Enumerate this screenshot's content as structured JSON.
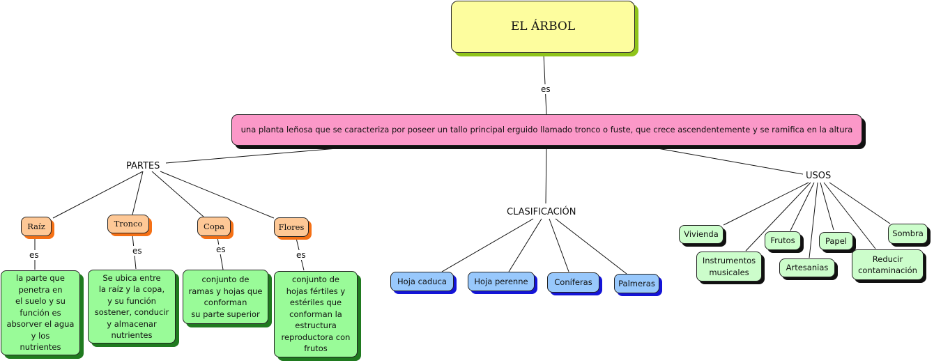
{
  "title": "EL ÁRBOL",
  "definition_link": "es",
  "definition": "una planta leñosa que se caracteriza por poseer un tallo principal erguido llamado tronco o fuste, que crece ascendentemente y se ramifica en la altura",
  "branches": {
    "partes": {
      "label": "PARTES",
      "items": [
        {
          "name": "Raíz",
          "link": "es",
          "description": "la parte que\npenetra en\nel suelo y su\nfunción es\nabsorver el agua\ny los\nnutrientes"
        },
        {
          "name": "Tronco",
          "link": "es",
          "description": "Se ubica entre\nla raíz y la copa,\ny su función\nsostener, conducir\ny almacenar\nnutrientes"
        },
        {
          "name": "Copa",
          "link": "es",
          "description": "conjunto de\nramas y hojas que\nconforman\nsu parte superior"
        },
        {
          "name": "Flores",
          "link": "es",
          "description": "conjunto de\nhojas fértiles y\nestériles que\nconforman la\nestructura\nreproductora con\nfrutos"
        }
      ]
    },
    "clasificacion": {
      "label": "CLASIFICACIÓN",
      "items": [
        "Hoja caduca",
        "Hoja perenne",
        "Coníferas",
        "Palmeras"
      ]
    },
    "usos": {
      "label": "USOS",
      "items": [
        "Vivienda",
        "Instrumentos\nmusicales",
        "Frutos",
        "Artesanias",
        "Papel",
        "Reducir\ncontaminación",
        "Sombra"
      ]
    }
  },
  "colors": {
    "root_fill": "#fdfd9e",
    "root_shadow": "#8fc41a",
    "definition_fill": "#fb98c8",
    "part_fill": "#fec896",
    "part_shadow": "#f57015",
    "description_fill": "#99fb98",
    "description_shadow": "#1f7a1f",
    "classification_fill": "#98c8fc",
    "classification_shadow": "#1414d8",
    "use_fill": "#ccfdcb"
  }
}
